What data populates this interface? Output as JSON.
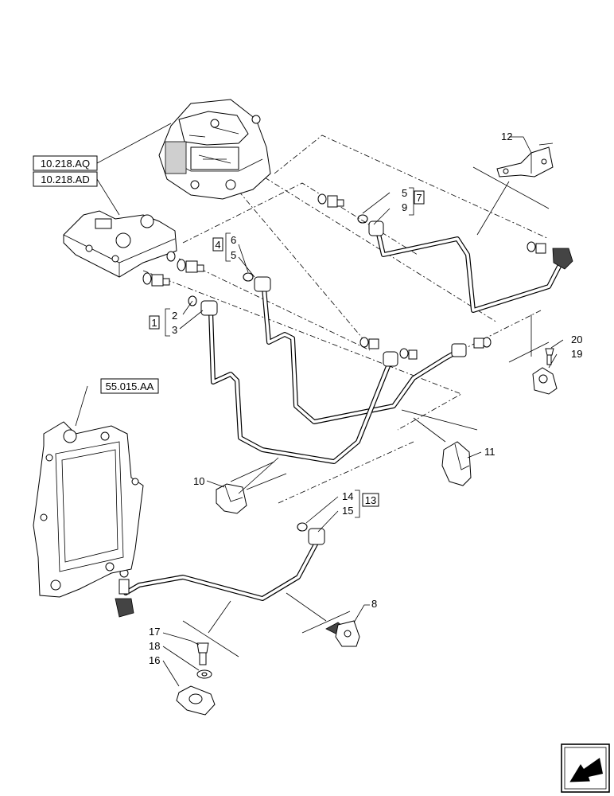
{
  "references": {
    "ref_hpump": "10.218.AQ",
    "ref_rail": "10.218.AD",
    "ref_ecu": "55.015.AA"
  },
  "callouts": {
    "c1": "1",
    "c2": "2",
    "c3": "3",
    "c4": "4",
    "c5a": "5",
    "c5b": "5",
    "c6": "6",
    "c7": "7",
    "c8": "8",
    "c9": "9",
    "c10": "10",
    "c11": "11",
    "c12": "12",
    "c13": "13",
    "c14": "14",
    "c15": "15",
    "c16": "16",
    "c17": "17",
    "c18": "18",
    "c19": "19",
    "c20": "20"
  },
  "nav": {
    "icon": "next-page-arrow-icon"
  }
}
